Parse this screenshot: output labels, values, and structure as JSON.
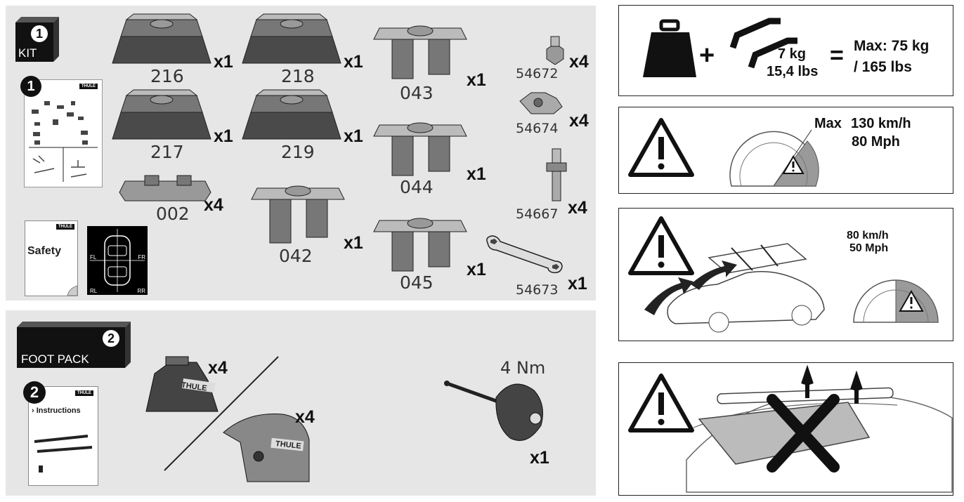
{
  "kit": {
    "badge_number": "1",
    "badge_label": "KIT",
    "manual_number": "1",
    "manual_logo": "THULE",
    "safety_label": "Safety",
    "safety_logo": "THULE",
    "position_labels": {
      "fl": "FL",
      "fr": "FR",
      "rl": "RL",
      "rr": "RR"
    },
    "parts": [
      {
        "number": "216",
        "qty": "x1"
      },
      {
        "number": "218",
        "qty": "x1"
      },
      {
        "number": "043",
        "qty": "x1"
      },
      {
        "number": "54672",
        "qty": "x4"
      },
      {
        "number": "217",
        "qty": "x1"
      },
      {
        "number": "219",
        "qty": "x1"
      },
      {
        "number": "044",
        "qty": "x1"
      },
      {
        "number": "54674",
        "qty": "x4"
      },
      {
        "number": "002",
        "qty": "x4"
      },
      {
        "number": "042",
        "qty": "x1"
      },
      {
        "number": "045",
        "qty": "x1"
      },
      {
        "number": "54667",
        "qty": "x4"
      },
      {
        "number": "54673",
        "qty": "x1"
      }
    ]
  },
  "foot_pack": {
    "badge_number": "2",
    "badge_label": "FOOT PACK",
    "manual_number": "2",
    "manual_logo": "THULE",
    "instructions_label": "› Instructions",
    "foot_logo": "THULE",
    "foot_qty_1": "x4",
    "foot_qty_2": "x4",
    "torque": "4 Nm",
    "tool_qty": "x1"
  },
  "specs": {
    "weight_label": "7 kg",
    "weight_lbs": "15,4 lbs",
    "equals": "=",
    "plus": "+",
    "max_load": "Max: 75 kg",
    "max_load_lbs": "/ 165 lbs",
    "speed_max_label": "Max",
    "speed_max_kmh": "130 km/h",
    "speed_max_mph": "80 Mph",
    "speed_load_kmh": "80 km/h",
    "speed_load_mph": "50 Mph"
  }
}
